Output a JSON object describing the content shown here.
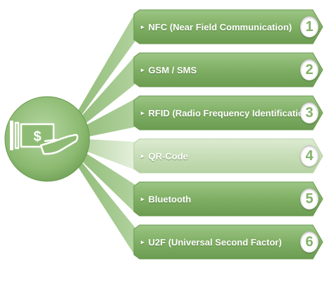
{
  "diagram": {
    "items": [
      {
        "label": "NFC (Near Field Communication)",
        "number": "1"
      },
      {
        "label": "GSM / SMS",
        "number": "2"
      },
      {
        "label": "RFID (Radio Frequency Identification)",
        "number": "3"
      },
      {
        "label": "QR-Code",
        "number": "4"
      },
      {
        "label": "Bluetooth",
        "number": "5"
      },
      {
        "label": "U2F (Universal Second Factor)",
        "number": "6"
      }
    ],
    "hub_icon": "payment-hand-dollar-icon",
    "colors": {
      "bar_dark": "#78ad5b",
      "bar_light": "#cfe3c1",
      "hub": "#8fbc74",
      "number_text": "#84b26a"
    }
  }
}
